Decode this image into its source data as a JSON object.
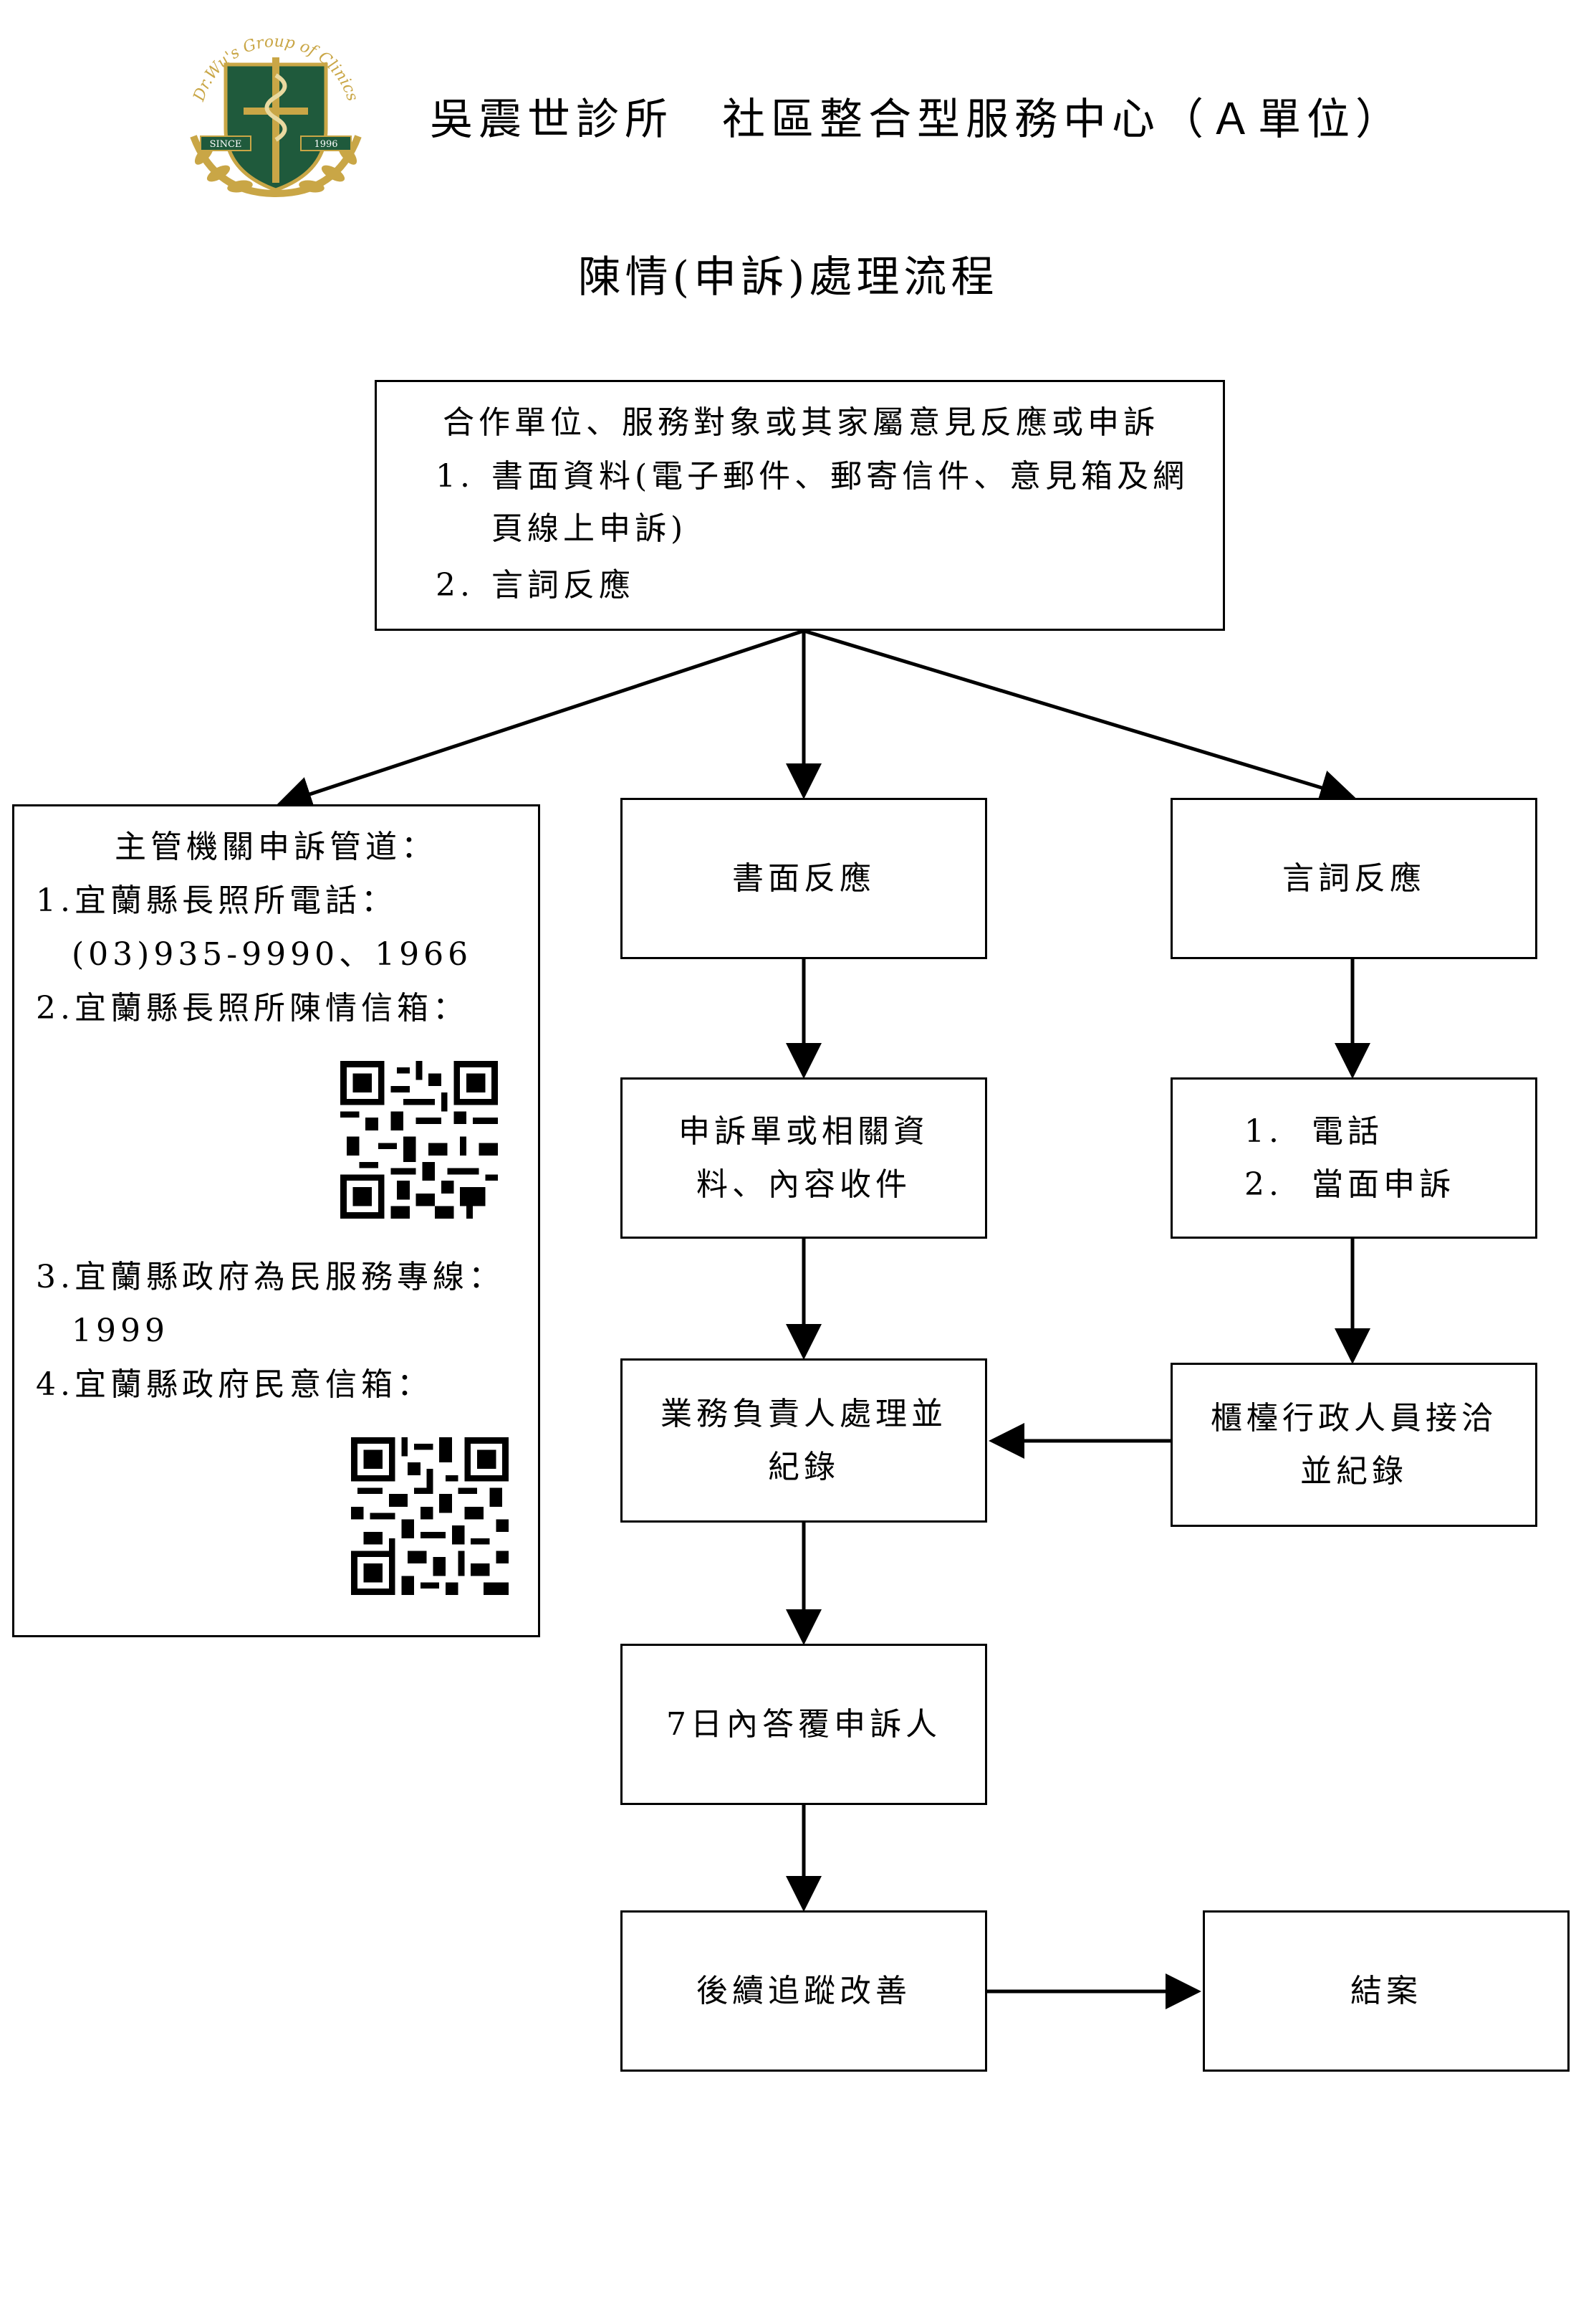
{
  "header": {
    "logo": {
      "arc_text": "Dr.Wu's Group of Clinics",
      "since_label": "SINCE",
      "year_label": "1996",
      "colors": {
        "shield": "#1f5a3c",
        "gold": "#c9a646"
      }
    },
    "org_title": "吳震世診所　社區整合型服務中心（Ａ單位）",
    "doc_title": "陳情(申訴)處理流程"
  },
  "top_box": {
    "line1": "合作單位、服務對象或其家屬意見反應或申訴",
    "item1_num": "1.",
    "item1_text_a": "書面資料(電子郵件、郵寄信件、意見箱及網",
    "item1_text_b": "頁線上申訴)",
    "item2_num": "2.",
    "item2_text": "言詞反應"
  },
  "authority_box": {
    "title": "主管機關申訴管道：",
    "item1": "1.宜蘭縣長照所電話：",
    "item1_value": "(03)935-9990、1966",
    "item2": "2.宜蘭縣長照所陳情信箱：",
    "item3": "3.宜蘭縣政府為民服務專線：",
    "item3_value": "1999",
    "item4": "4.宜蘭縣政府民意信箱："
  },
  "flow": {
    "written": "書面反應",
    "verbal": "言詞反應",
    "receive_a": "申訴單或相關資",
    "receive_b": "料、內容收件",
    "verbal_item1": "1.  電話",
    "verbal_item2": "2.  當面申訴",
    "handle_a": "業務負責人處理並",
    "handle_b": "紀錄",
    "counter_a": "櫃檯行政人員接洽",
    "counter_b": "並紀錄",
    "reply": "7日內答覆申訴人",
    "followup": "後續追蹤改善",
    "close": "結案"
  }
}
